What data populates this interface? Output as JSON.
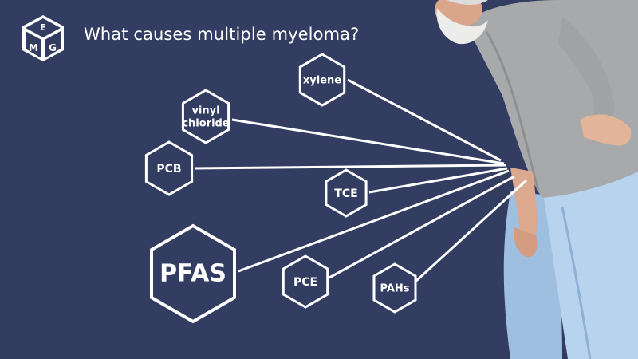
{
  "title": "What causes multiple myeloma?",
  "colors": {
    "background": "#333d62",
    "lines": "#ffffff",
    "hexagon_fill": "#333d62",
    "hexagon_stroke": "#ffffff",
    "text": "#ffffff"
  },
  "logo": {
    "icon": "cube-logo-icon",
    "letters": "EMG"
  },
  "chemicals": [
    {
      "id": "xylene",
      "lines": [
        "xylene"
      ]
    },
    {
      "id": "vinyl-chloride",
      "lines": [
        "vinyl",
        "chloride"
      ]
    },
    {
      "id": "pcb",
      "lines": [
        "PCB"
      ]
    },
    {
      "id": "tce",
      "lines": [
        "TCE"
      ]
    },
    {
      "id": "pfas",
      "lines": [
        "PFAS"
      ]
    },
    {
      "id": "pce",
      "lines": [
        "PCE"
      ]
    },
    {
      "id": "pahs",
      "lines": [
        "PAHs"
      ]
    }
  ],
  "illustration": {
    "icon": "elderly-man-back-pain-icon"
  }
}
